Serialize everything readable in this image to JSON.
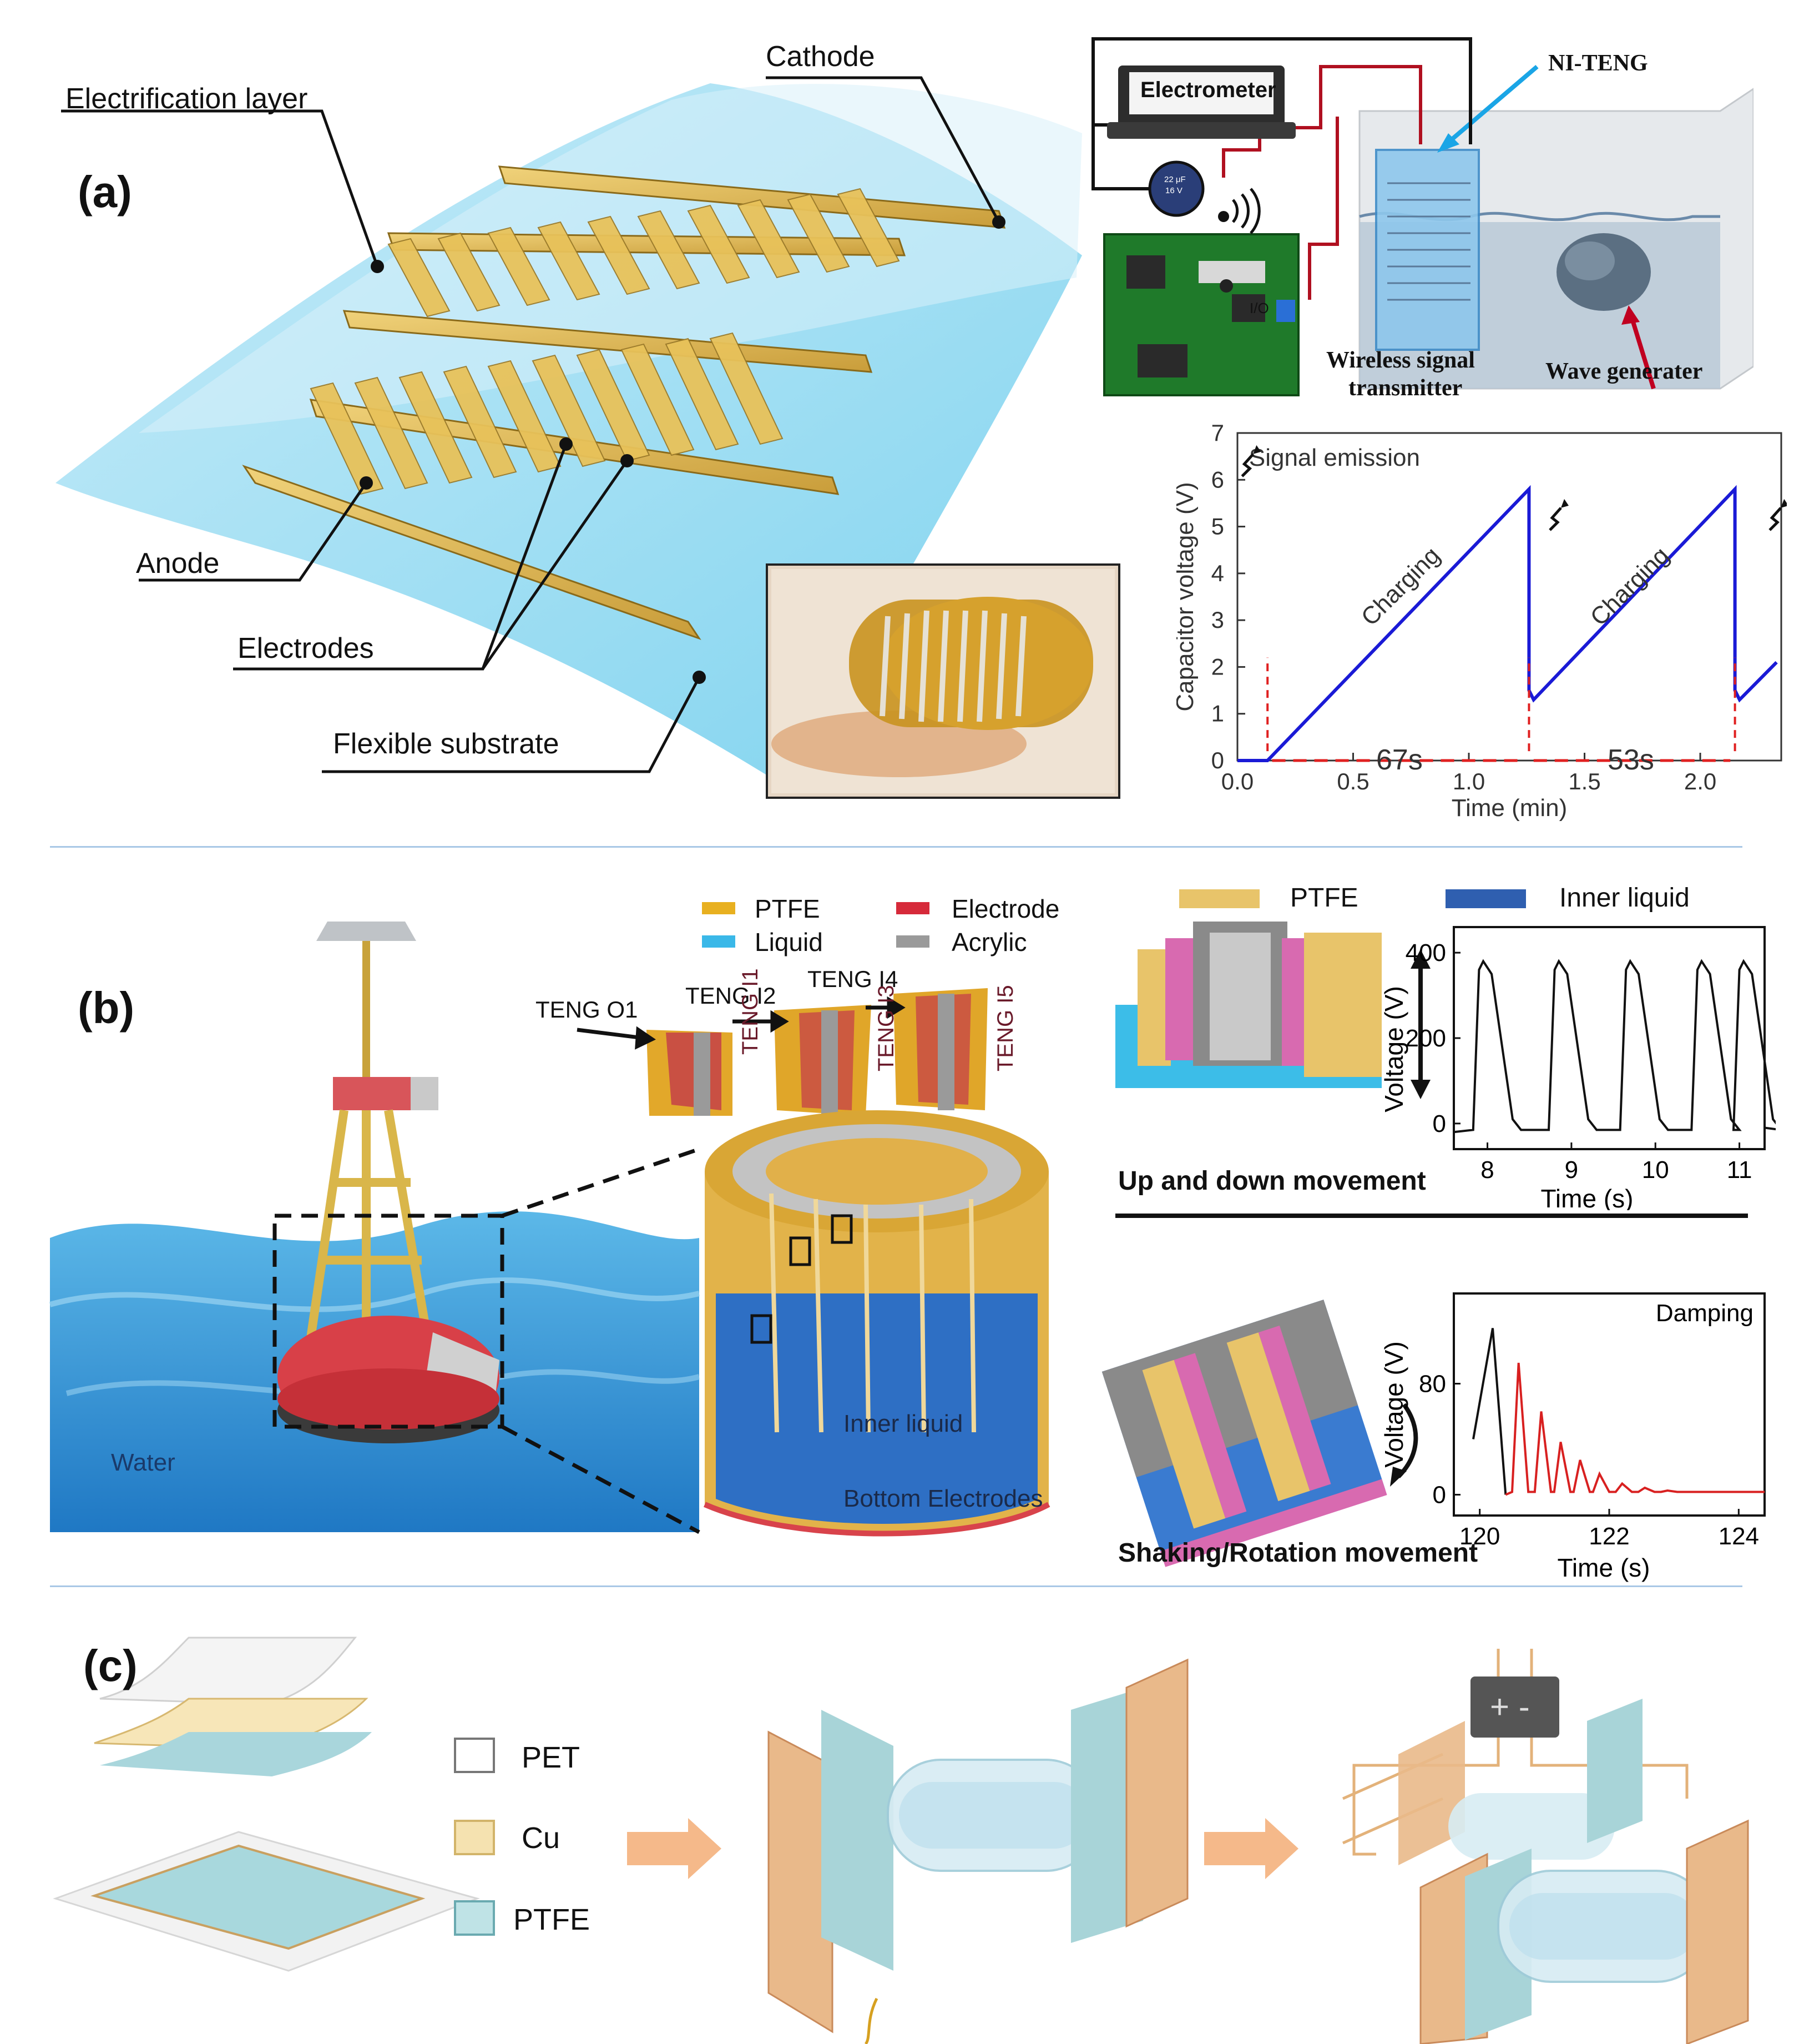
{
  "panel_a": {
    "label": "(a)",
    "callouts": {
      "electrification_layer": "Electrification layer",
      "cathode": "Cathode",
      "anode": "Anode",
      "electrodes": "Electrodes",
      "flexible_substrate": "Flexible substrate"
    },
    "circuit": {
      "electrometer": "Electrometer",
      "capacitor_top": "22 μF",
      "capacitor_bottom": "16 V",
      "io_label": "I/O",
      "transmitter_line1": "Wireless signal",
      "transmitter_line2": "transmitter",
      "ni_teng": "NI-TENG",
      "wave_generator": "Wave generater"
    },
    "chart_data": {
      "type": "line",
      "xlabel": "Time (min)",
      "ylabel": "Capacitor voltage (V)",
      "xlim": [
        0,
        2.35
      ],
      "ylim": [
        0,
        7
      ],
      "xticks": [
        "0.0",
        "0.5",
        "1.0",
        "1.5",
        "2.0"
      ],
      "yticks": [
        "0",
        "1",
        "2",
        "3",
        "4",
        "5",
        "6",
        "7"
      ],
      "series": [
        {
          "color": "#1a1ad6",
          "x": [
            0.0,
            0.13,
            1.26,
            1.26,
            1.28,
            2.15,
            2.15,
            2.17,
            2.33
          ],
          "y": [
            0.0,
            0.0,
            5.8,
            1.5,
            1.3,
            5.8,
            1.5,
            1.3,
            2.1
          ]
        }
      ],
      "annotations": {
        "signal_emission": "Signal emission",
        "charging1": "Charging",
        "charging2": "Charging",
        "interval1": "67s",
        "interval2": "53s"
      },
      "interval_color": "#e02020"
    }
  },
  "panel_b": {
    "label": "(b)",
    "water": "Water",
    "legend": [
      "PTFE",
      "Electrode",
      "Liquid",
      "Acrylic"
    ],
    "legend_colors": [
      "#e8b020",
      "#d62a3a",
      "#3ab8e8",
      "#9a9a9a"
    ],
    "tengs": [
      "TENG O1",
      "TENG I2",
      "TENG I4",
      "TENG I1",
      "TENG I3",
      "TENG I5"
    ],
    "inner_liquid": "Inner liquid",
    "bottom_electrodes": "Bottom Electrodes",
    "right_legend": [
      "PTFE",
      "Inner liquid"
    ],
    "right_legend_colors": [
      "#e8c46a",
      "#2f5fb0"
    ],
    "up_down_label": "Up and down movement",
    "shaking_label": "Shaking/Rotation movement",
    "chart_data": [
      {
        "type": "line",
        "xlabel": "Time (s)",
        "ylabel": "Voltage (V)",
        "xlim": [
          7.6,
          11.3
        ],
        "ylim": [
          -60,
          460
        ],
        "xticks": [
          "8",
          "9",
          "10",
          "11"
        ],
        "yticks": [
          "0",
          "200",
          "400"
        ],
        "series": [
          {
            "color": "#111111",
            "peaks_x": [
              7.95,
              8.85,
              9.7,
              10.55,
              11.05
            ],
            "peak_y": 380,
            "baseline_y": 0
          }
        ]
      },
      {
        "type": "line",
        "xlabel": "Time (s)",
        "ylabel": "Voltage (V)",
        "title": "Damping",
        "xlim": [
          119.6,
          124.4
        ],
        "ylim": [
          -15,
          145
        ],
        "xticks": [
          "120",
          "122",
          "124"
        ],
        "yticks": [
          "0",
          "80"
        ],
        "series": [
          {
            "color": "#111111",
            "x": [
              119.9,
              120.2,
              120.4
            ],
            "y": [
              40,
              120,
              0
            ]
          },
          {
            "color": "#d82020",
            "peaks_x": [
              120.6,
              120.95,
              121.25,
              121.55,
              121.85,
              122.2,
              122.55,
              122.9,
              123.3
            ],
            "peaks_y": [
              95,
              60,
              38,
              25,
              15,
              8,
              5,
              3,
              2
            ],
            "baseline_y": 2
          }
        ]
      }
    ]
  },
  "panel_c": {
    "label": "(c)",
    "legend": [
      "PET",
      "Cu",
      "PTFE"
    ],
    "legend_colors": [
      "#ffffff",
      "#f5e2b0",
      "#bfe3e6"
    ],
    "battery_symbols": "+ -"
  }
}
